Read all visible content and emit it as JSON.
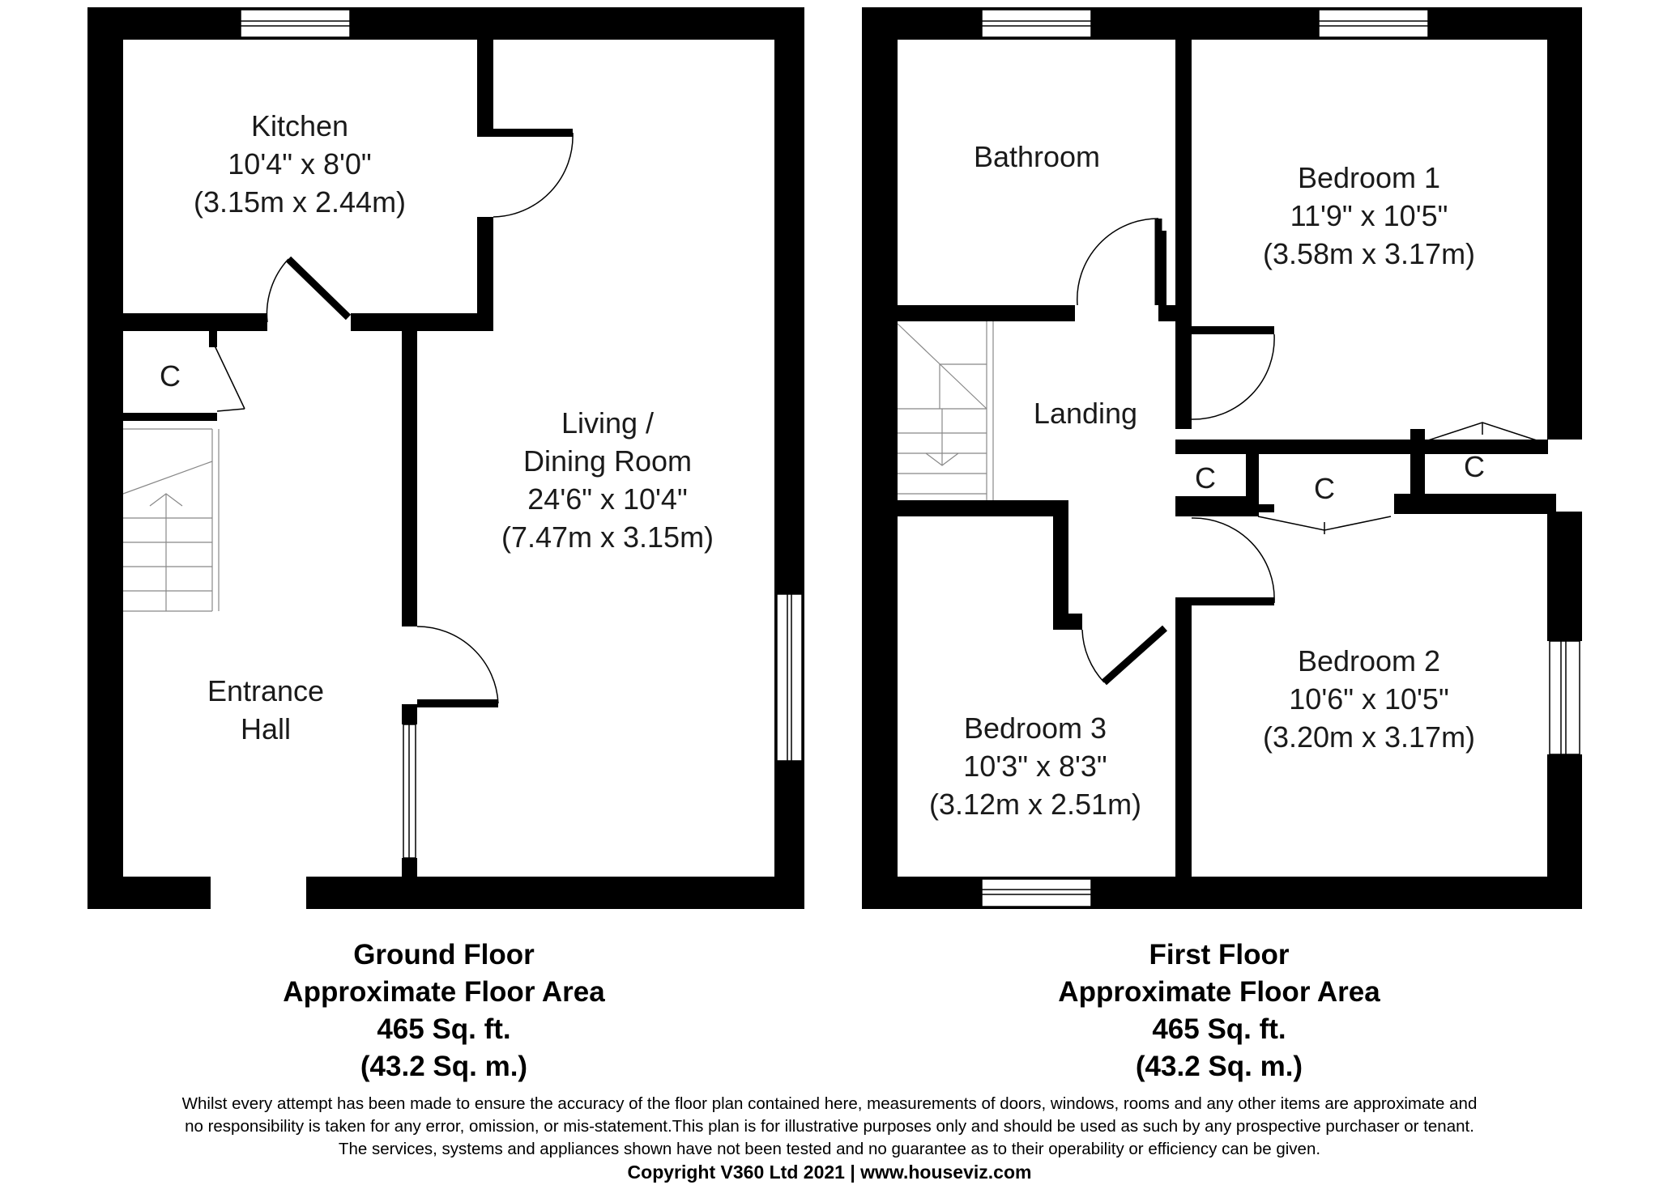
{
  "ground_floor": {
    "rooms": {
      "kitchen": {
        "name": "Kitchen",
        "imperial": "10'4\" x 8'0\"",
        "metric": "(3.15m x 2.44m)"
      },
      "living": {
        "name_line1": "Living /",
        "name_line2": "Dining Room",
        "imperial": "24'6\" x 10'4\"",
        "metric": "(7.47m x 3.15m)"
      },
      "hall": {
        "name_line1": "Entrance",
        "name_line2": "Hall"
      },
      "cupboard": {
        "name": "C"
      }
    },
    "caption": {
      "title": "Ground Floor",
      "subtitle": "Approximate Floor Area",
      "area_imperial": "465 Sq. ft.",
      "area_metric": "(43.2 Sq. m.)"
    }
  },
  "first_floor": {
    "rooms": {
      "bathroom": {
        "name": "Bathroom"
      },
      "bedroom1": {
        "name": "Bedroom 1",
        "imperial": "11'9\" x 10'5\"",
        "metric": "(3.58m x 3.17m)"
      },
      "landing": {
        "name": "Landing"
      },
      "bedroom2": {
        "name": "Bedroom 2",
        "imperial": "10'6\" x 10'5\"",
        "metric": "(3.20m x 3.17m)"
      },
      "bedroom3": {
        "name": "Bedroom 3",
        "imperial": "10'3\" x 8'3\"",
        "metric": "(3.12m x 2.51m)"
      },
      "cupboards": [
        "C",
        "C",
        "C"
      ]
    },
    "caption": {
      "title": "First Floor",
      "subtitle": "Approximate Floor Area",
      "area_imperial": "465 Sq. ft.",
      "area_metric": "(43.2 Sq. m.)"
    }
  },
  "disclaimer": {
    "line1": "Whilst every attempt has been made to ensure the accuracy of the floor plan contained here, measurements of doors, windows, rooms and any other items are approximate and",
    "line2": "no responsibility is taken for any error, omission, or mis-statement.This plan is for illustrative purposes only and should be used as such by any prospective purchaser or tenant.",
    "line3": "The services, systems and appliances shown have not been tested and no guarantee as to their operability or efficiency can be given.",
    "copyright": "Copyright V360 Ltd 2021 | www.houseviz.com"
  },
  "colors": {
    "wall": "#000000",
    "background": "#ffffff",
    "fixture_line": "#777777"
  }
}
